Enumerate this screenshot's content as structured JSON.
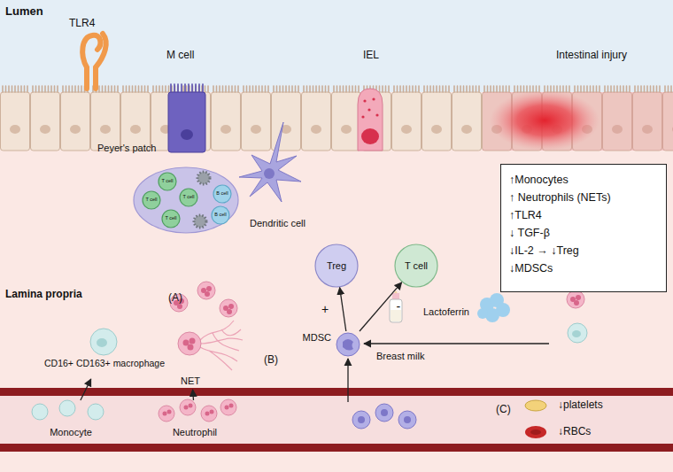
{
  "diagram": {
    "nodes": [
      {
        "text": [
          "Peyer's patch"
        ]
      },
      {
        "text": [
          "T cell"
        ],
        "in": 0
      },
      {
        "text": [
          "T cell"
        ],
        "in": 0
      },
      {
        "text": [
          "T cell"
        ],
        "in": 0
      },
      {
        "text": [
          "T cell"
        ],
        "in": 0
      },
      {
        "text": [
          "B cell"
        ],
        "in": 0
      },
      {
        "text": [
          "B cell"
        ],
        "in": 0
      },
      {
        "text": [
          "↑Monocytes",
          "↑ Neutrophils (NETs)",
          "↑TLR4",
          "↓ TGF-β",
          "↓IL-2 → ↓Treg",
          "↓MDSCs"
        ]
      },
      {
        "text": [
          "CD16+ CD163+ macrophage"
        ]
      },
      {
        "text": [
          "NET"
        ]
      },
      {
        "text": [
          "Treg"
        ]
      },
      {
        "text": [
          "T cell"
        ]
      },
      {
        "text": [
          "MDSC"
        ]
      },
      {
        "text": [
          "Monocyte"
        ]
      },
      {
        "text": [
          "Neutrophil"
        ]
      }
    ],
    "edges": [
      {
        "from": 13,
        "to": 8,
        "arrow": "to"
      },
      {
        "from": 14,
        "to": 9,
        "arrow": "to"
      },
      {
        "from": 12,
        "to": 10,
        "arrow": "to",
        "label": "+"
      },
      {
        "from": 12,
        "to": 11,
        "arrow": "to",
        "label": "-"
      }
    ],
    "labels": [
      "Lumen",
      "TLR4",
      "M cell",
      "IEL",
      "Intestinal injury",
      "Dendritic cell",
      "Lamina propria",
      "(A)",
      "(B)",
      "(C)",
      "Breast milk",
      "Lactoferrin",
      "↓platelets",
      "↓RBCs"
    ]
  }
}
